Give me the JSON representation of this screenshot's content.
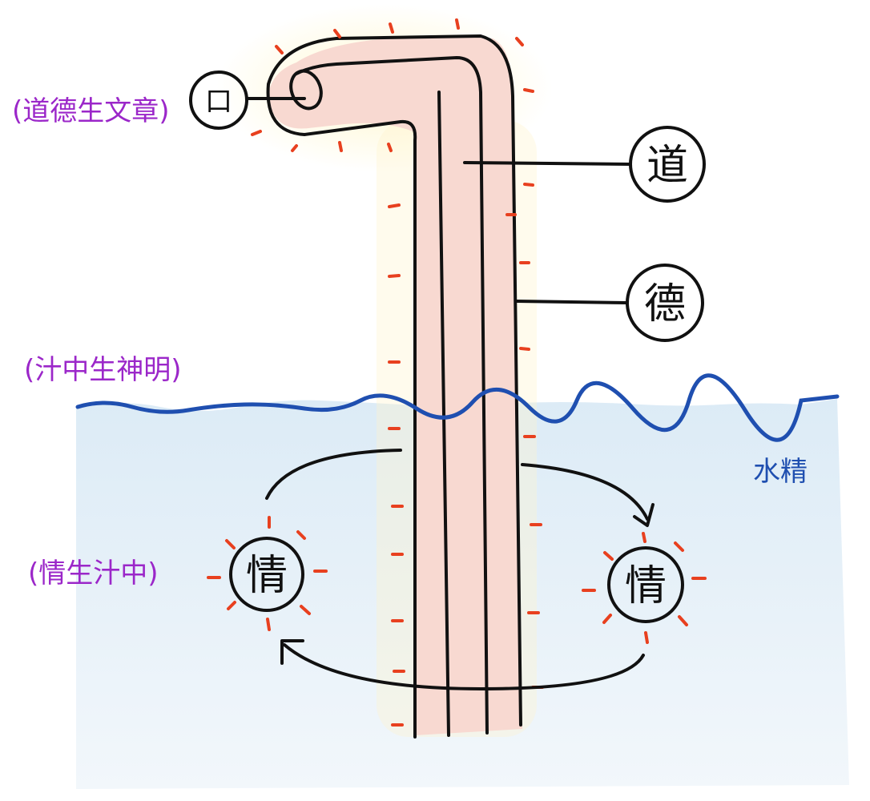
{
  "labels": {
    "left_top": "(道德生文章)",
    "left_mid": "(汁中生神明)",
    "left_low": "(情生汁中)",
    "right_water": "水精"
  },
  "nodes": {
    "mouth": "口",
    "dao": "道",
    "de": "德",
    "qing_left": "情",
    "qing_right": "情"
  },
  "colors": {
    "purple": "#9b27c9",
    "blue_line": "#1f4fb0",
    "water_fill": "#e7f1f8",
    "tube_fill": "#f8d9d1",
    "ray": "#e8401f"
  }
}
